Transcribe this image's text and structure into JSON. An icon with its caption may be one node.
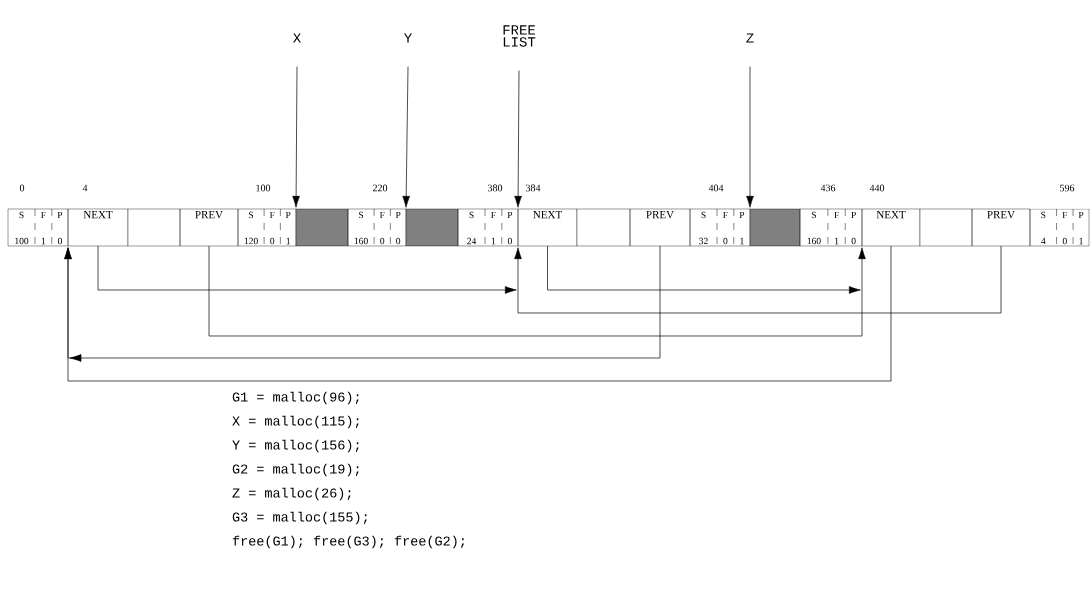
{
  "diagram": {
    "nodes": [
      {
        "text": [
          "X"
        ]
      },
      {
        "text": [
          "Y"
        ]
      },
      {
        "text": [
          "FREE LIST"
        ]
      },
      {
        "text": [
          "Z"
        ]
      },
      {
        "text": [
          "S",
          "F",
          "P",
          "100",
          "1",
          "0"
        ]
      },
      {
        "text": [
          "NEXT"
        ]
      },
      {
        "text": [],
        "shape": "box"
      },
      {
        "text": [
          "PREV"
        ]
      },
      {
        "text": [
          "S",
          "F",
          "P",
          "120",
          "0",
          "1"
        ]
      },
      {
        "text": [],
        "shape": "box"
      },
      {
        "text": [
          "S",
          "F",
          "P",
          "160",
          "0",
          "0"
        ]
      },
      {
        "text": [],
        "shape": "box"
      },
      {
        "text": [
          "S",
          "F",
          "P",
          "24",
          "1",
          "0"
        ]
      },
      {
        "text": [
          "NEXT"
        ]
      },
      {
        "text": [],
        "shape": "box"
      },
      {
        "text": [
          "PREV"
        ]
      },
      {
        "text": [
          "S",
          "F",
          "P",
          "32",
          "0",
          "1"
        ]
      },
      {
        "text": [],
        "shape": "box"
      },
      {
        "text": [
          "S",
          "F",
          "P",
          "160",
          "1",
          "0"
        ]
      },
      {
        "text": [
          "NEXT"
        ]
      },
      {
        "text": [],
        "shape": "box"
      },
      {
        "text": [
          "PREV"
        ]
      },
      {
        "text": [
          "S",
          "F",
          "P",
          "4",
          "0",
          "1"
        ]
      }
    ],
    "edges": [
      {
        "from": 0,
        "to": 9,
        "arrow": "to"
      },
      {
        "from": 1,
        "to": 11,
        "arrow": "to"
      },
      {
        "from": 2,
        "to": 13,
        "arrow": "to"
      },
      {
        "from": 3,
        "to": 17,
        "arrow": "to"
      },
      {
        "from": 5,
        "to": 13,
        "arrow": "to"
      },
      {
        "from": 21,
        "to": 13,
        "arrow": "to"
      },
      {
        "from": 13,
        "to": 19,
        "arrow": "to"
      },
      {
        "from": 7,
        "to": 19,
        "arrow": "to"
      },
      {
        "from": 15,
        "to": 5,
        "arrow": "to"
      },
      {
        "from": 19,
        "to": 5,
        "arrow": "to"
      }
    ],
    "labels": [
      "0",
      "4",
      "100",
      "220",
      "380",
      "384",
      "404",
      "436",
      "440",
      "596",
      "G1 = malloc(96);",
      "X = malloc(115);",
      "Y = malloc(156);",
      "G2 = malloc(19);",
      "Z = malloc(26);",
      "G3 = malloc(155);",
      "free(G1); free(G3); free(G2);"
    ]
  }
}
